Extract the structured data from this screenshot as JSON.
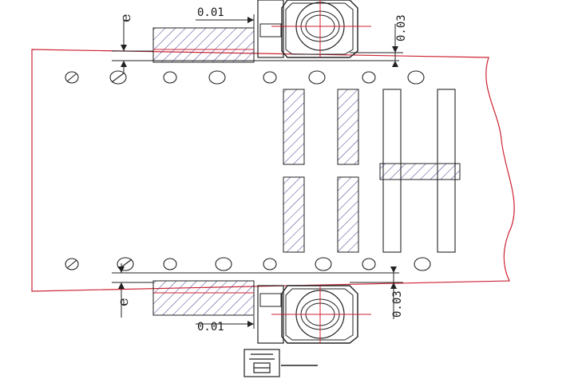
{
  "diagram": {
    "labels": {
      "dim_top_left": "0.01",
      "dim_bottom_left": "0.01",
      "dim_top_right": "0.03",
      "dim_bottom_right": "0.03",
      "gap_top": "e",
      "gap_bottom": "e"
    },
    "colors": {
      "outline": "#cc2233",
      "ink": "#222222",
      "hatch": "#3a3a8c",
      "center": "#cc2233"
    },
    "icons": [
      "figure-symbol-icon"
    ]
  }
}
